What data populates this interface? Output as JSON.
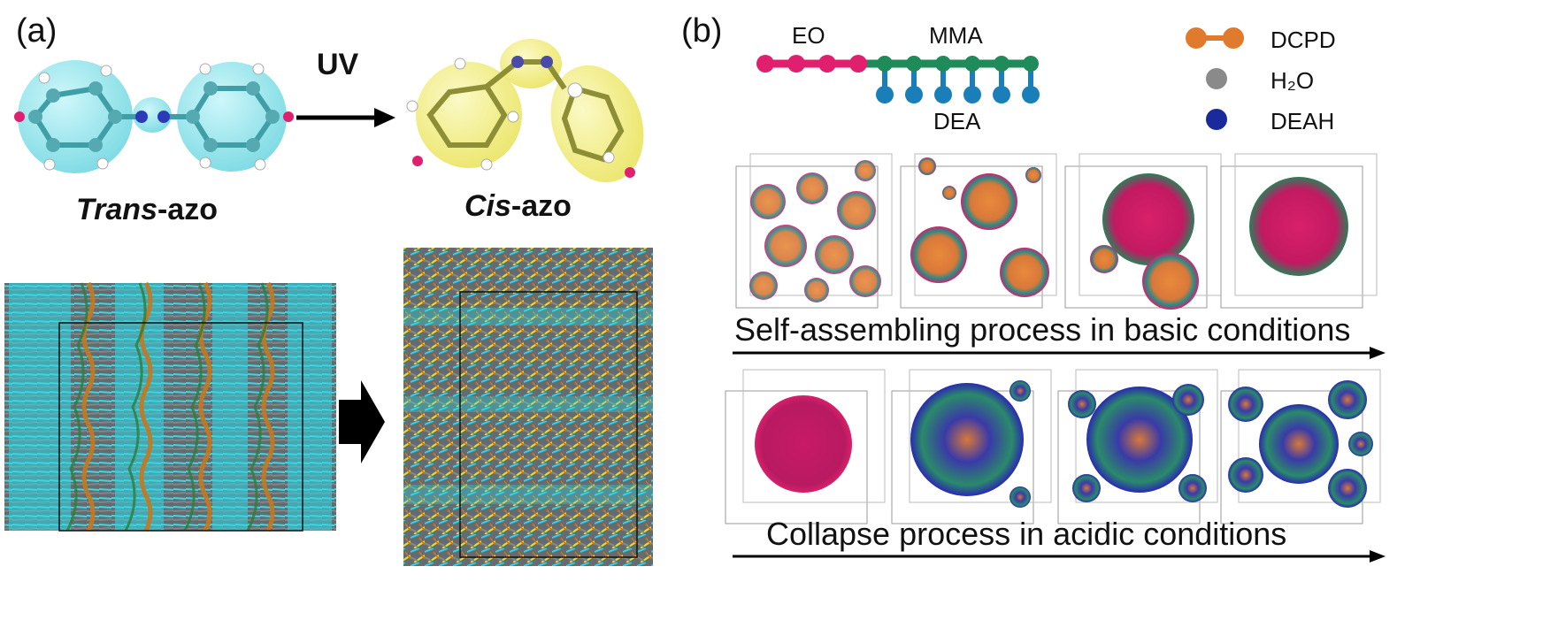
{
  "panel_a": {
    "label": "(a)",
    "uv_label": "UV",
    "trans_prefix": "Trans",
    "trans_suffix": "-azo",
    "cis_prefix": "Cis",
    "cis_suffix": "-azo"
  },
  "panel_b": {
    "label": "(b)",
    "segments": {
      "eo": "EO",
      "mma": "MMA",
      "dea": "DEA"
    },
    "legend": [
      {
        "label": "DCPD",
        "color": "#e07a2c"
      },
      {
        "label": "H₂O",
        "color": "#8a8a8a"
      },
      {
        "label": "DEAH",
        "color": "#1a2a9a"
      }
    ],
    "process_basic": "Self-assembling process in basic conditions",
    "process_acidic": "Collapse process in acidic conditions"
  },
  "colors": {
    "azo_trans": "#7fdfe8",
    "azo_cis": "#f2ee7a",
    "eo": "#e0206e",
    "mma": "#1f8a5a",
    "dea": "#1a7fb8",
    "dcpd": "#e07a2c",
    "deah": "#2a2ab0"
  }
}
